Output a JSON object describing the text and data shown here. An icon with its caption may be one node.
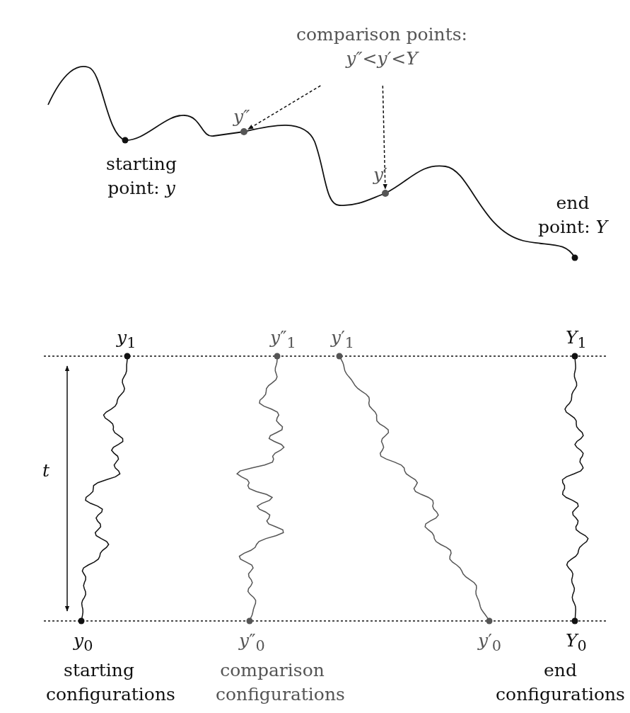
{
  "diagram": {
    "nodes": [
      {
        "text": [
          "comparison points:",
          "y″<y′<Y"
        ]
      },
      {
        "text": [],
        "shape": "circle",
        "beside": [
          "y″"
        ]
      },
      {
        "text": [],
        "shape": "circle",
        "beside": [
          "y′"
        ]
      }
    ],
    "edges": [
      {
        "from": 0,
        "to": 1,
        "arrow": "to",
        "style": "dashed"
      },
      {
        "from": 0,
        "to": 2,
        "arrow": "to",
        "style": "dashed"
      }
    ],
    "labels": [
      "starting point: *y*",
      "end point: *Y*",
      "*y*$_{1}$",
      "*y*″$_{1}$",
      "*y*′$_{1}$",
      "*Y*$_{1}$",
      "*t*",
      "*y*$_{0}$",
      "*y*″$_{0}$",
      "*y*′$_{0}$",
      "*Y*$_{0}$",
      "starting configurations",
      "comparison configurations",
      "end configurations"
    ]
  }
}
